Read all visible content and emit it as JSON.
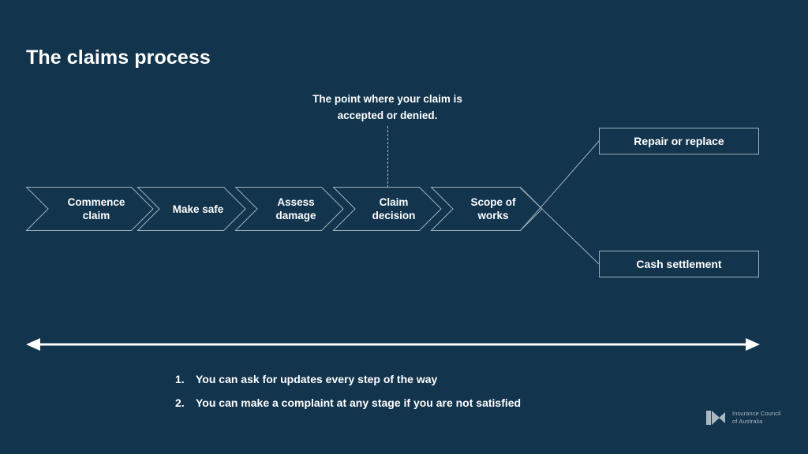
{
  "slide": {
    "title": "The claims process",
    "background_color": "#12344d",
    "outline_color": "#9db1be",
    "text_color": "#ffffff"
  },
  "callout": {
    "text": "The point where your claim is accepted or denied.",
    "line_style": "dashed",
    "points_to": "Claim decision"
  },
  "process": {
    "steps": [
      {
        "label": "Commence\nclaim"
      },
      {
        "label": "Make safe"
      },
      {
        "label": "Assess\ndamage"
      },
      {
        "label": "Claim\ndecision"
      },
      {
        "label": "Scope of\nworks"
      }
    ]
  },
  "outcomes": [
    {
      "label": "Repair or replace"
    },
    {
      "label": "Cash settlement"
    }
  ],
  "timeline": {
    "arrow_type": "double-headed"
  },
  "notes": [
    {
      "num": "1.",
      "text": "You can ask for updates every step of the way"
    },
    {
      "num": "2.",
      "text": "You can make a complaint at any stage if you are not satisfied"
    }
  ],
  "logo": {
    "text": "Insurance Council\nof Australia",
    "color": "#aab7c0"
  }
}
